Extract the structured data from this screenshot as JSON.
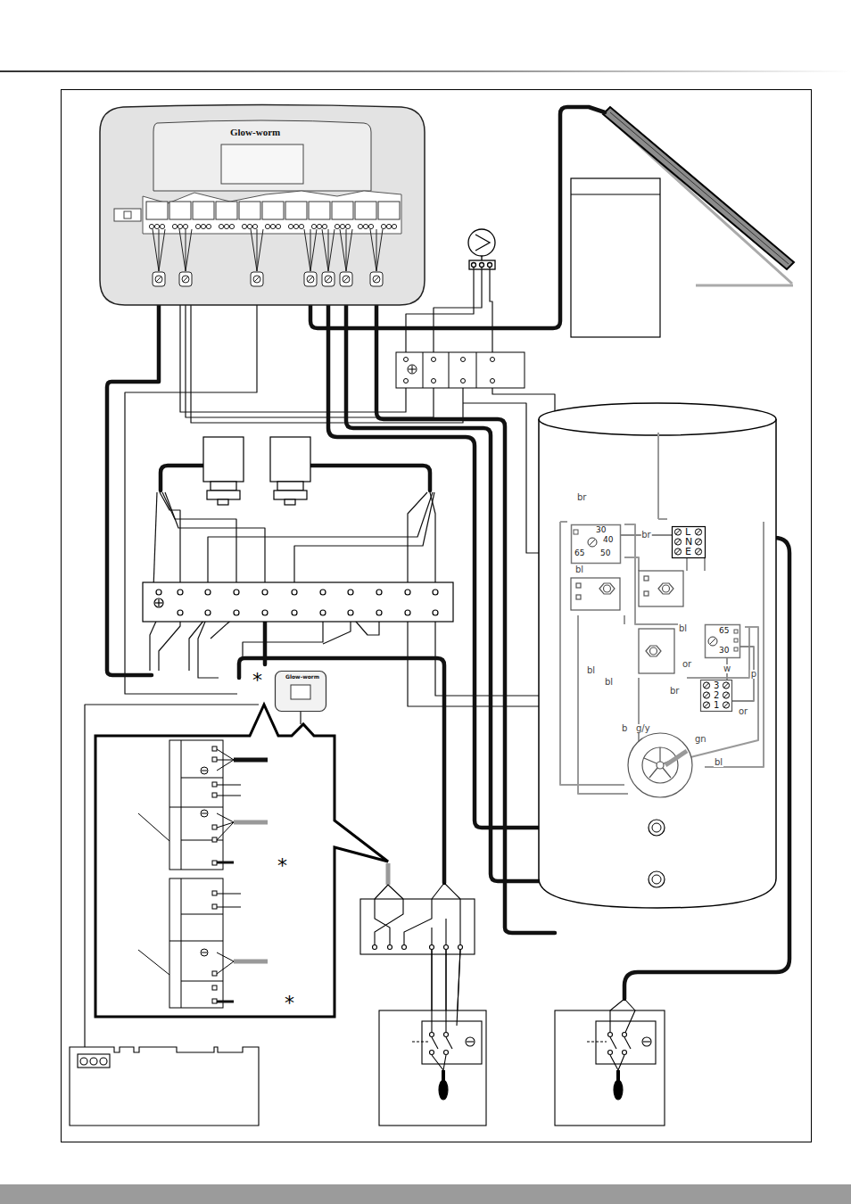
{
  "diagram": {
    "nodes": [
      {
        "text": [
          "Glow-worm"
        ]
      },
      {
        "text": [
          "30",
          "40",
          "50",
          "65"
        ]
      },
      {
        "text": [
          "L",
          "N",
          "E"
        ]
      },
      {
        "text": [
          "65",
          "30"
        ]
      },
      {
        "text": [
          "3",
          "2",
          "1"
        ]
      },
      {
        "text": [
          "Glow-worm"
        ]
      }
    ],
    "edges": [
      {
        "from": 1,
        "to": 2,
        "arrow": "none",
        "label": "br"
      },
      {
        "from": 3,
        "to": 4,
        "arrow": "none",
        "label": "w"
      },
      {
        "from": 3,
        "to": 4,
        "arrow": "none",
        "label": "p"
      }
    ],
    "labels": [
      "br",
      "bl",
      "bl",
      "or",
      "bl",
      "bl",
      "br",
      "or",
      "b",
      "g/y",
      "gn",
      "bl",
      "*",
      "*",
      "*"
    ]
  }
}
